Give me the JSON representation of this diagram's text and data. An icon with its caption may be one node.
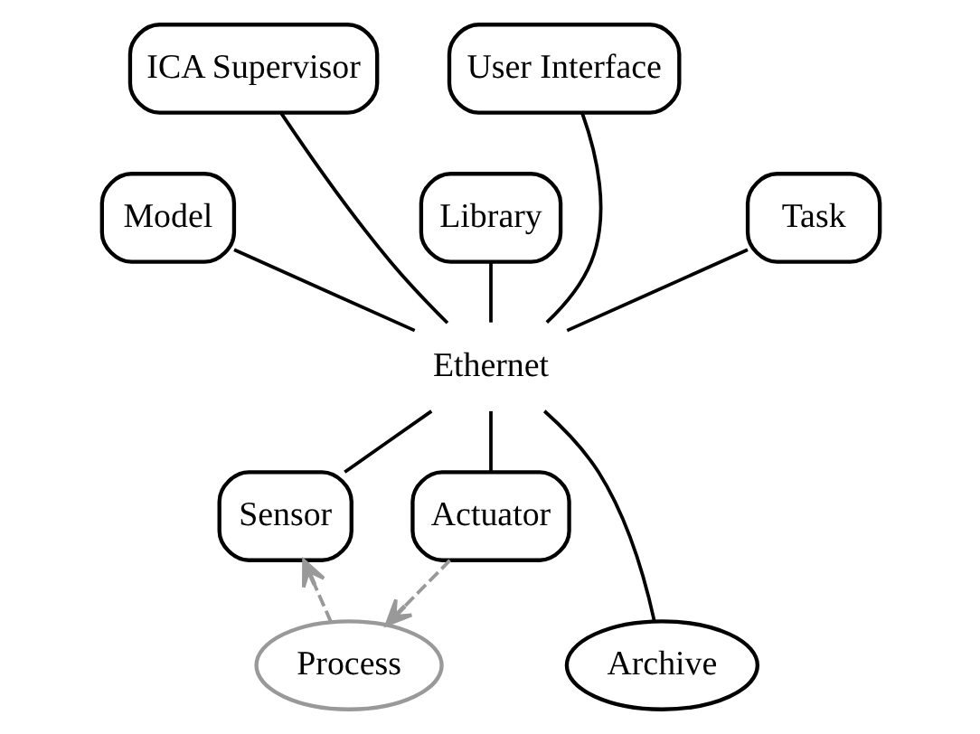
{
  "diagram": {
    "nodes": [
      {
        "text": [
          "ICA Supervisor"
        ]
      },
      {
        "text": [
          "User Interface"
        ]
      },
      {
        "text": [
          "Model"
        ]
      },
      {
        "text": [
          "Task"
        ]
      },
      {
        "text": [
          "Library"
        ]
      },
      {
        "text": [
          "Ethernet"
        ]
      },
      {
        "text": [
          "Sensor"
        ]
      },
      {
        "text": [
          "Actuator"
        ]
      },
      {
        "text": [
          "Archive"
        ]
      },
      {
        "text": [
          "Process"
        ]
      }
    ],
    "edges": [
      {
        "from": 2,
        "to": 5,
        "arrow": "none"
      },
      {
        "from": 0,
        "to": 5,
        "arrow": "none"
      },
      {
        "from": 3,
        "to": 5,
        "arrow": "none"
      },
      {
        "from": 1,
        "to": 5,
        "arrow": "none"
      },
      {
        "from": 4,
        "to": 5,
        "arrow": "none"
      },
      {
        "from": 5,
        "to": 6,
        "arrow": "none"
      },
      {
        "from": 5,
        "to": 7,
        "arrow": "none"
      },
      {
        "from": 5,
        "to": 8,
        "arrow": "none"
      },
      {
        "from": 9,
        "to": 6,
        "arrow": "to",
        "style": "dashed",
        "color": "#999999"
      },
      {
        "from": 7,
        "to": 9,
        "arrow": "to",
        "style": "dashed",
        "color": "#999999"
      }
    ]
  }
}
